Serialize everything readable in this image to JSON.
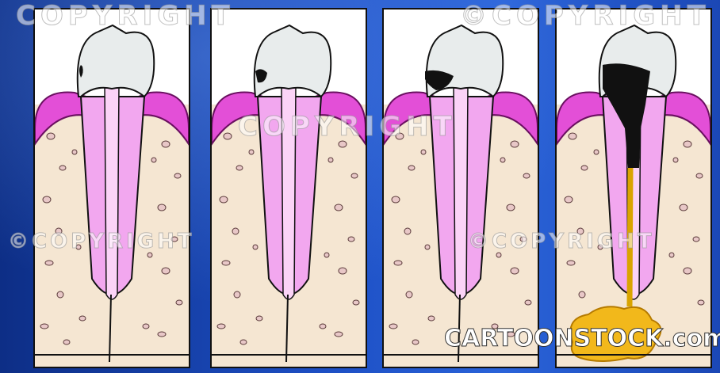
{
  "watermark": {
    "top_left": "COPYRIGHT",
    "top_right": "©COPYRIGHT",
    "middle": "COPYRIGHT",
    "mid_left": "©COPYRIGHT",
    "mid_right": "©COPYRIGHT",
    "bottom_brand": "CARTOONSTOCK.com"
  },
  "colors": {
    "background": "#1d4fc4",
    "enamel": "#e8ecec",
    "dentin": "#f2a7ef",
    "dentin_stroke": "#c23fc6",
    "pulp": "#fbd3f7",
    "gum": "#e34fd7",
    "gum_dark": "#c21f8f",
    "bone": "#f5e6d2",
    "decay": "#111111",
    "abscess": "#f2b81b",
    "pulp_infection": "#d9a400"
  },
  "panels": [
    {
      "stage": 1,
      "decay_level": "small"
    },
    {
      "stage": 2,
      "decay_level": "moderate"
    },
    {
      "stage": 3,
      "decay_level": "deep"
    },
    {
      "stage": 4,
      "decay_level": "pulp-infected-abscess"
    }
  ]
}
